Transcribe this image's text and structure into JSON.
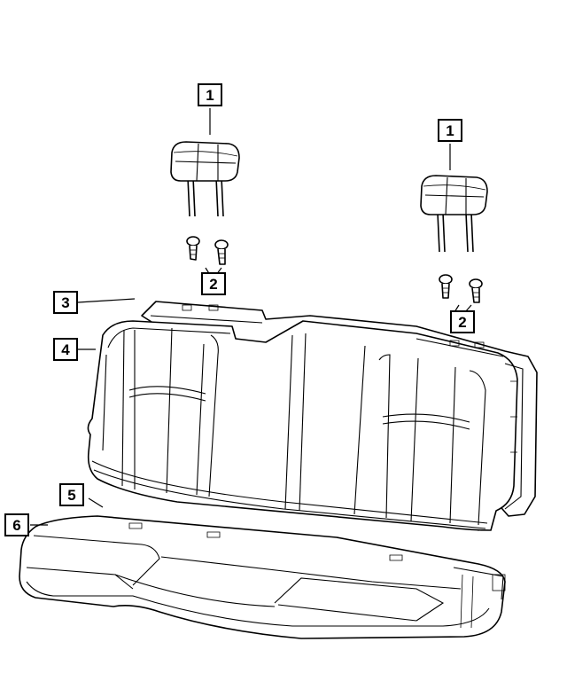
{
  "callouts": {
    "headrest_left": "1",
    "headrest_right": "1",
    "guide_left": "2",
    "guide_right": "2",
    "seatback_frame": "3",
    "seatback_cover": "4",
    "cushion_frame": "5",
    "cushion_cover": "6"
  }
}
